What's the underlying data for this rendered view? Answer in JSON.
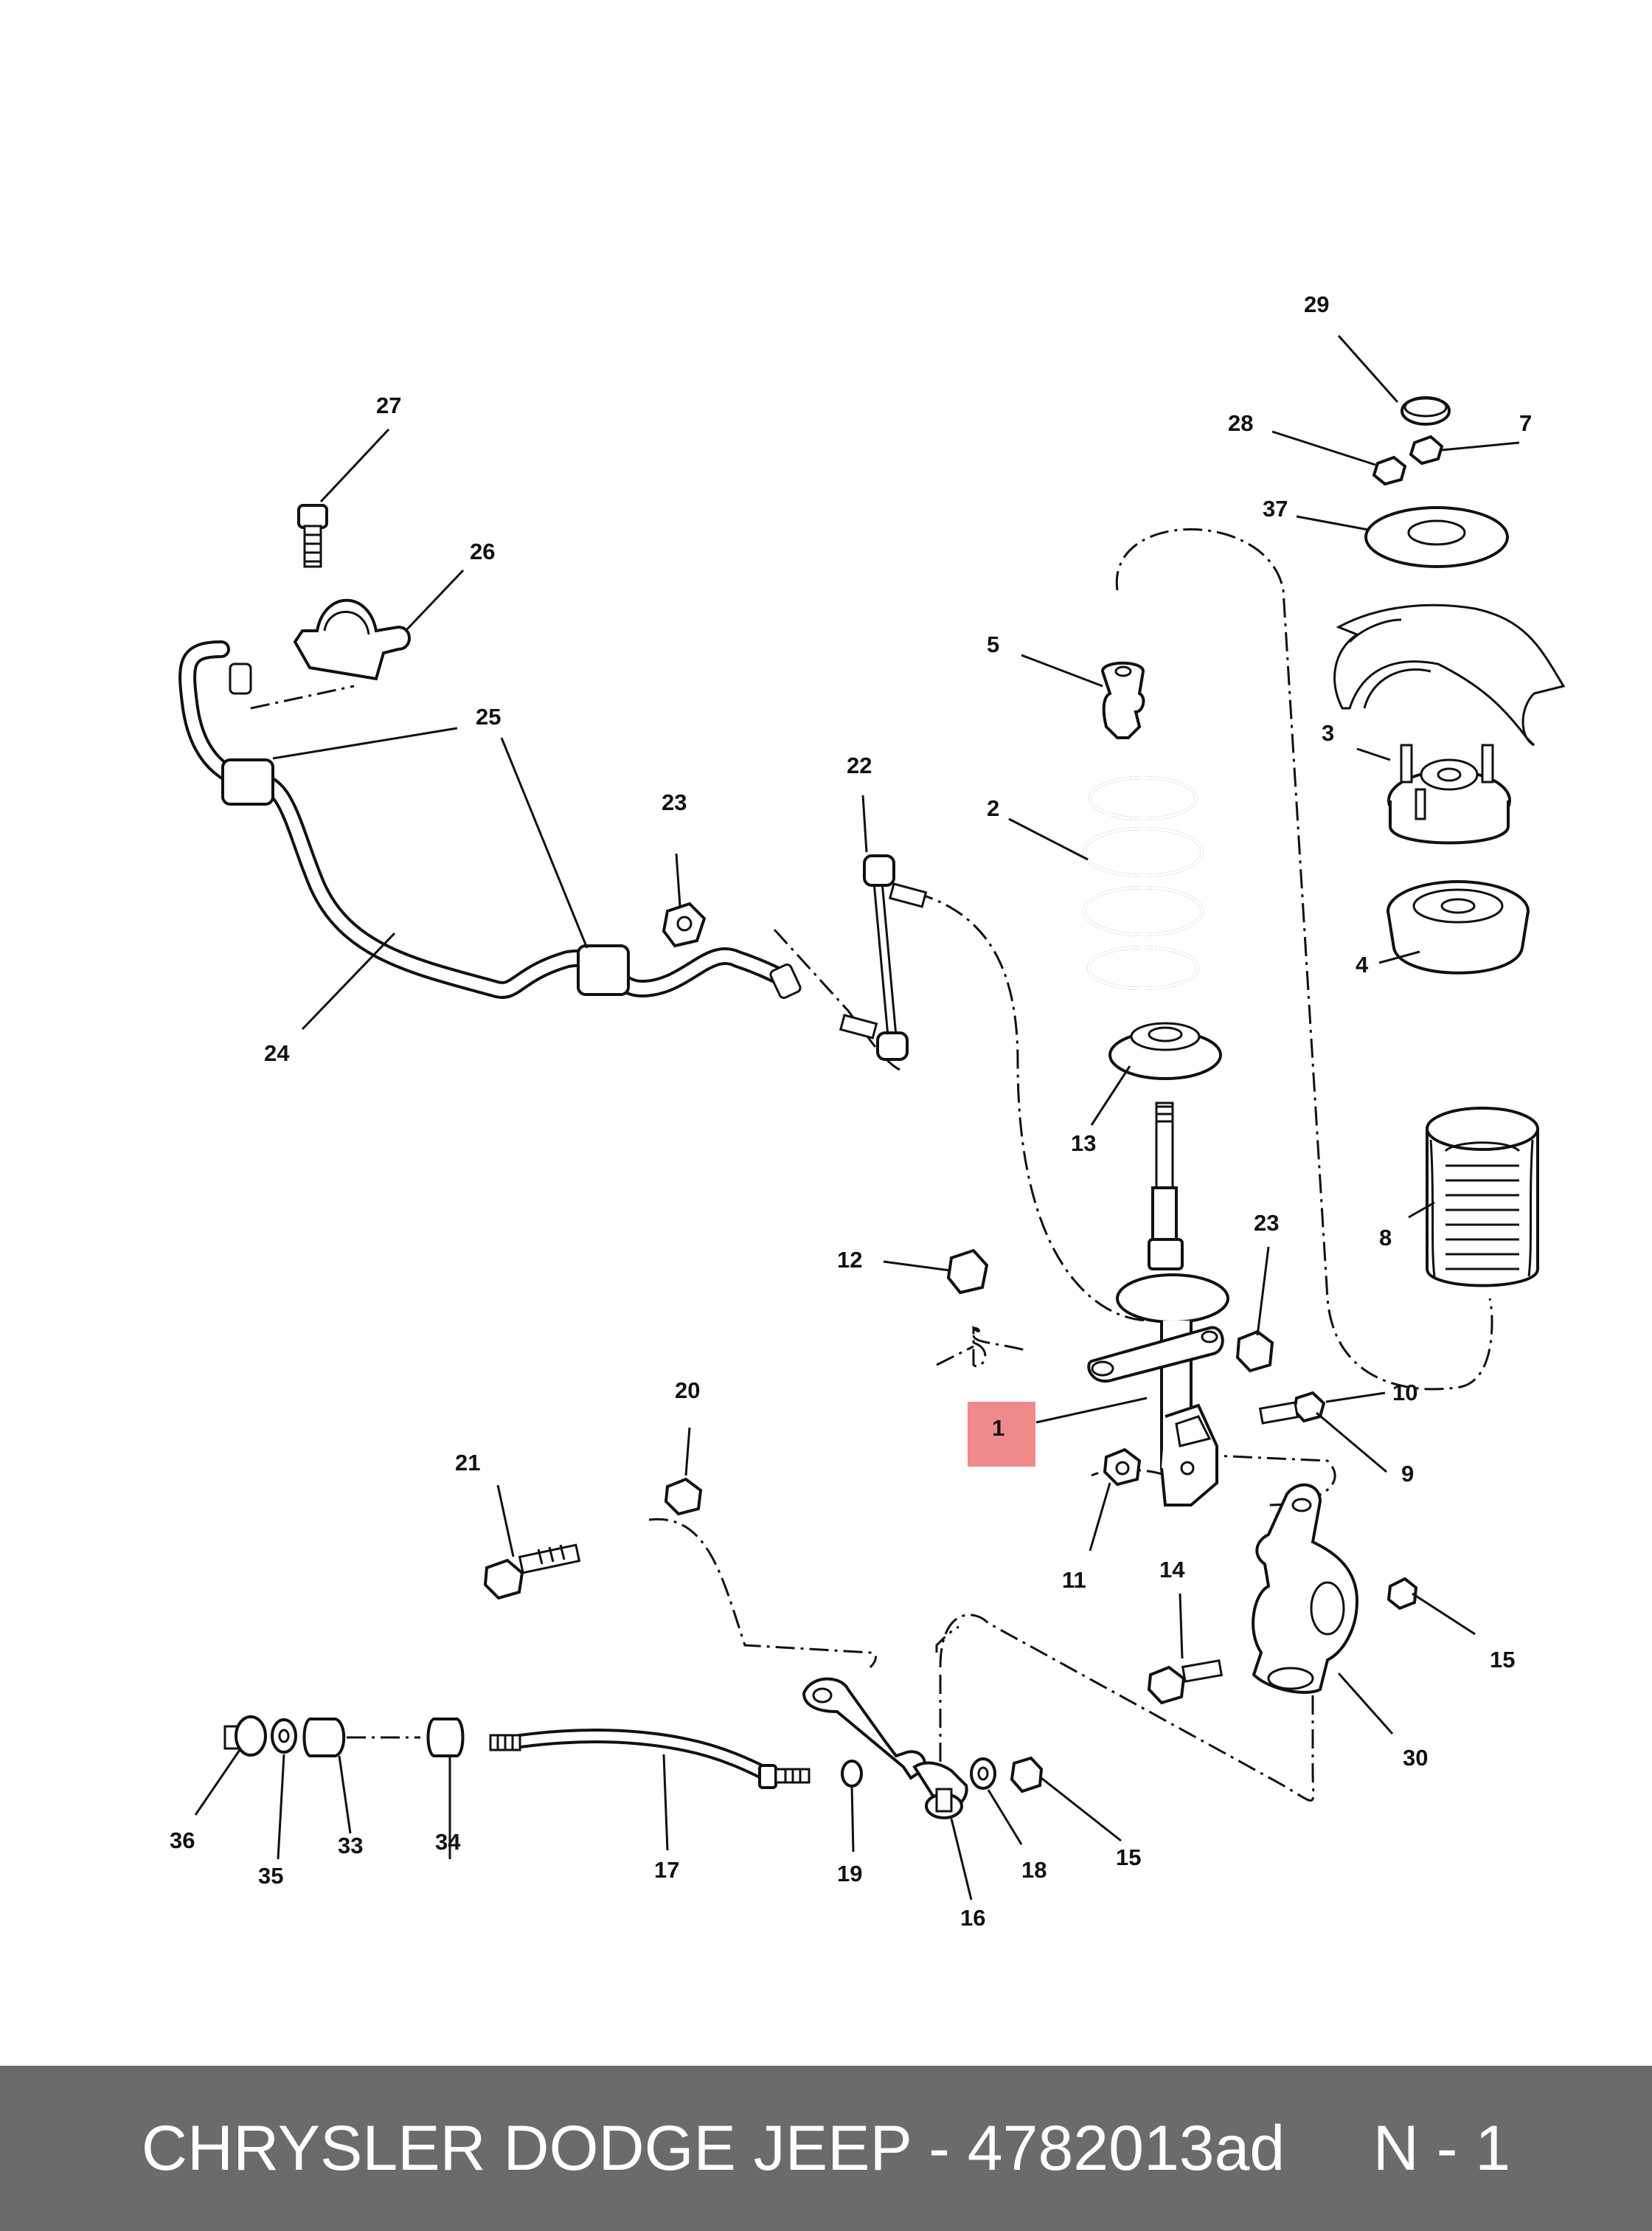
{
  "footer": {
    "brand": "CHRYSLER DODGE JEEP",
    "separator": "-",
    "part_number": "4782013ad",
    "page": "N - 1"
  },
  "highlight": {
    "label": "1",
    "color": "#f08a8a"
  },
  "callouts": {
    "c1": "1",
    "c2": "2",
    "c3": "3",
    "c4": "4",
    "c5": "5",
    "c7": "7",
    "c8": "8",
    "c9": "9",
    "c10": "10",
    "c11": "11",
    "c12": "12",
    "c13": "13",
    "c14": "14",
    "c15a": "15",
    "c15b": "15",
    "c16": "16",
    "c17": "17",
    "c18": "18",
    "c19": "19",
    "c20": "20",
    "c21": "21",
    "c22": "22",
    "c23a": "23",
    "c23b": "23",
    "c24": "24",
    "c25": "25",
    "c26": "26",
    "c27": "27",
    "c28": "28",
    "c29": "29",
    "c30": "30",
    "c33": "33",
    "c34": "34",
    "c35": "35",
    "c36": "36",
    "c37": "37"
  }
}
